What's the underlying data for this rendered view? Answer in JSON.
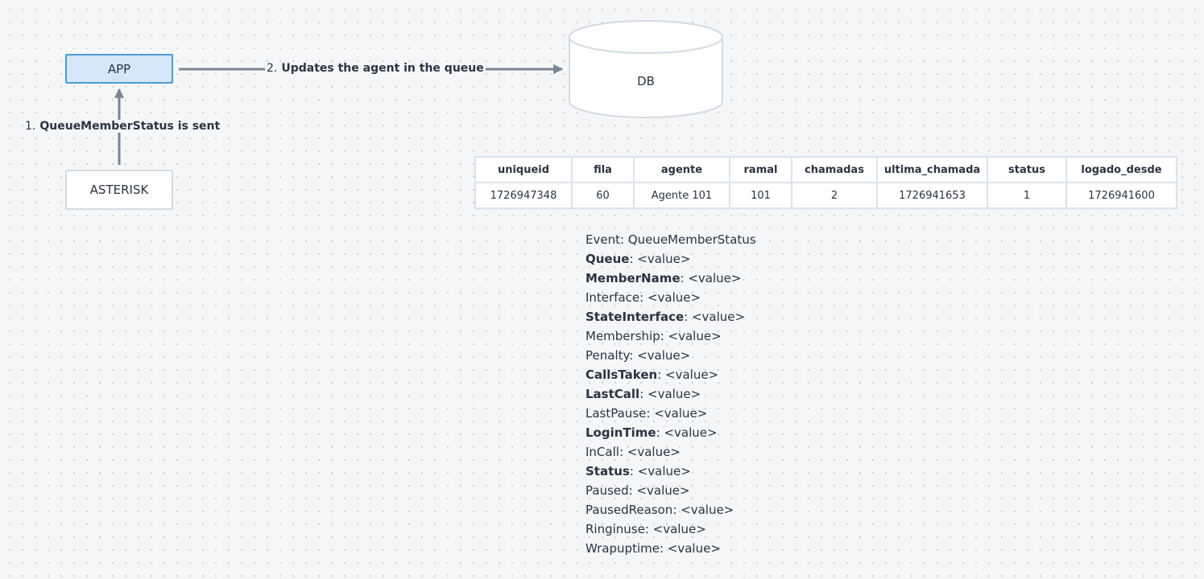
{
  "nodes": {
    "app": "APP",
    "asterisk": "ASTERISK",
    "db": "DB"
  },
  "edges": [
    {
      "number": "1.",
      "text": "QueueMemberStatus is sent"
    },
    {
      "number": "2.",
      "text": "Updates the agent in the queue"
    }
  ],
  "table": {
    "columns": [
      "uniqueid",
      "fila",
      "agente",
      "ramal",
      "chamadas",
      "ultima_chamada",
      "status",
      "logado_desde"
    ],
    "rows": [
      [
        "1726947348",
        "60",
        "Agente 101",
        "101",
        "2",
        "1726941653",
        "1",
        "1726941600"
      ]
    ]
  },
  "event": {
    "header_key": "Event",
    "header_value": "QueueMemberStatus",
    "value_placeholder": "<value>",
    "fields": [
      {
        "key": "Queue",
        "bold": true
      },
      {
        "key": "MemberName",
        "bold": true
      },
      {
        "key": "Interface",
        "bold": false
      },
      {
        "key": "StateInterface",
        "bold": true
      },
      {
        "key": "Membership",
        "bold": false
      },
      {
        "key": "Penalty",
        "bold": false
      },
      {
        "key": "CallsTaken",
        "bold": true
      },
      {
        "key": "LastCall",
        "bold": true
      },
      {
        "key": "LastPause",
        "bold": false
      },
      {
        "key": "LoginTime",
        "bold": true
      },
      {
        "key": "InCall",
        "bold": false
      },
      {
        "key": "Status",
        "bold": true
      },
      {
        "key": "Paused",
        "bold": false
      },
      {
        "key": "PausedReason",
        "bold": false
      },
      {
        "key": "Ringinuse",
        "bold": false
      },
      {
        "key": "Wrapuptime",
        "bold": false
      }
    ]
  },
  "colors": {
    "app_fill": "#d4e6f8",
    "app_border": "#4d9bd8",
    "arrow": "#7a8592",
    "text": "#2c3440"
  }
}
